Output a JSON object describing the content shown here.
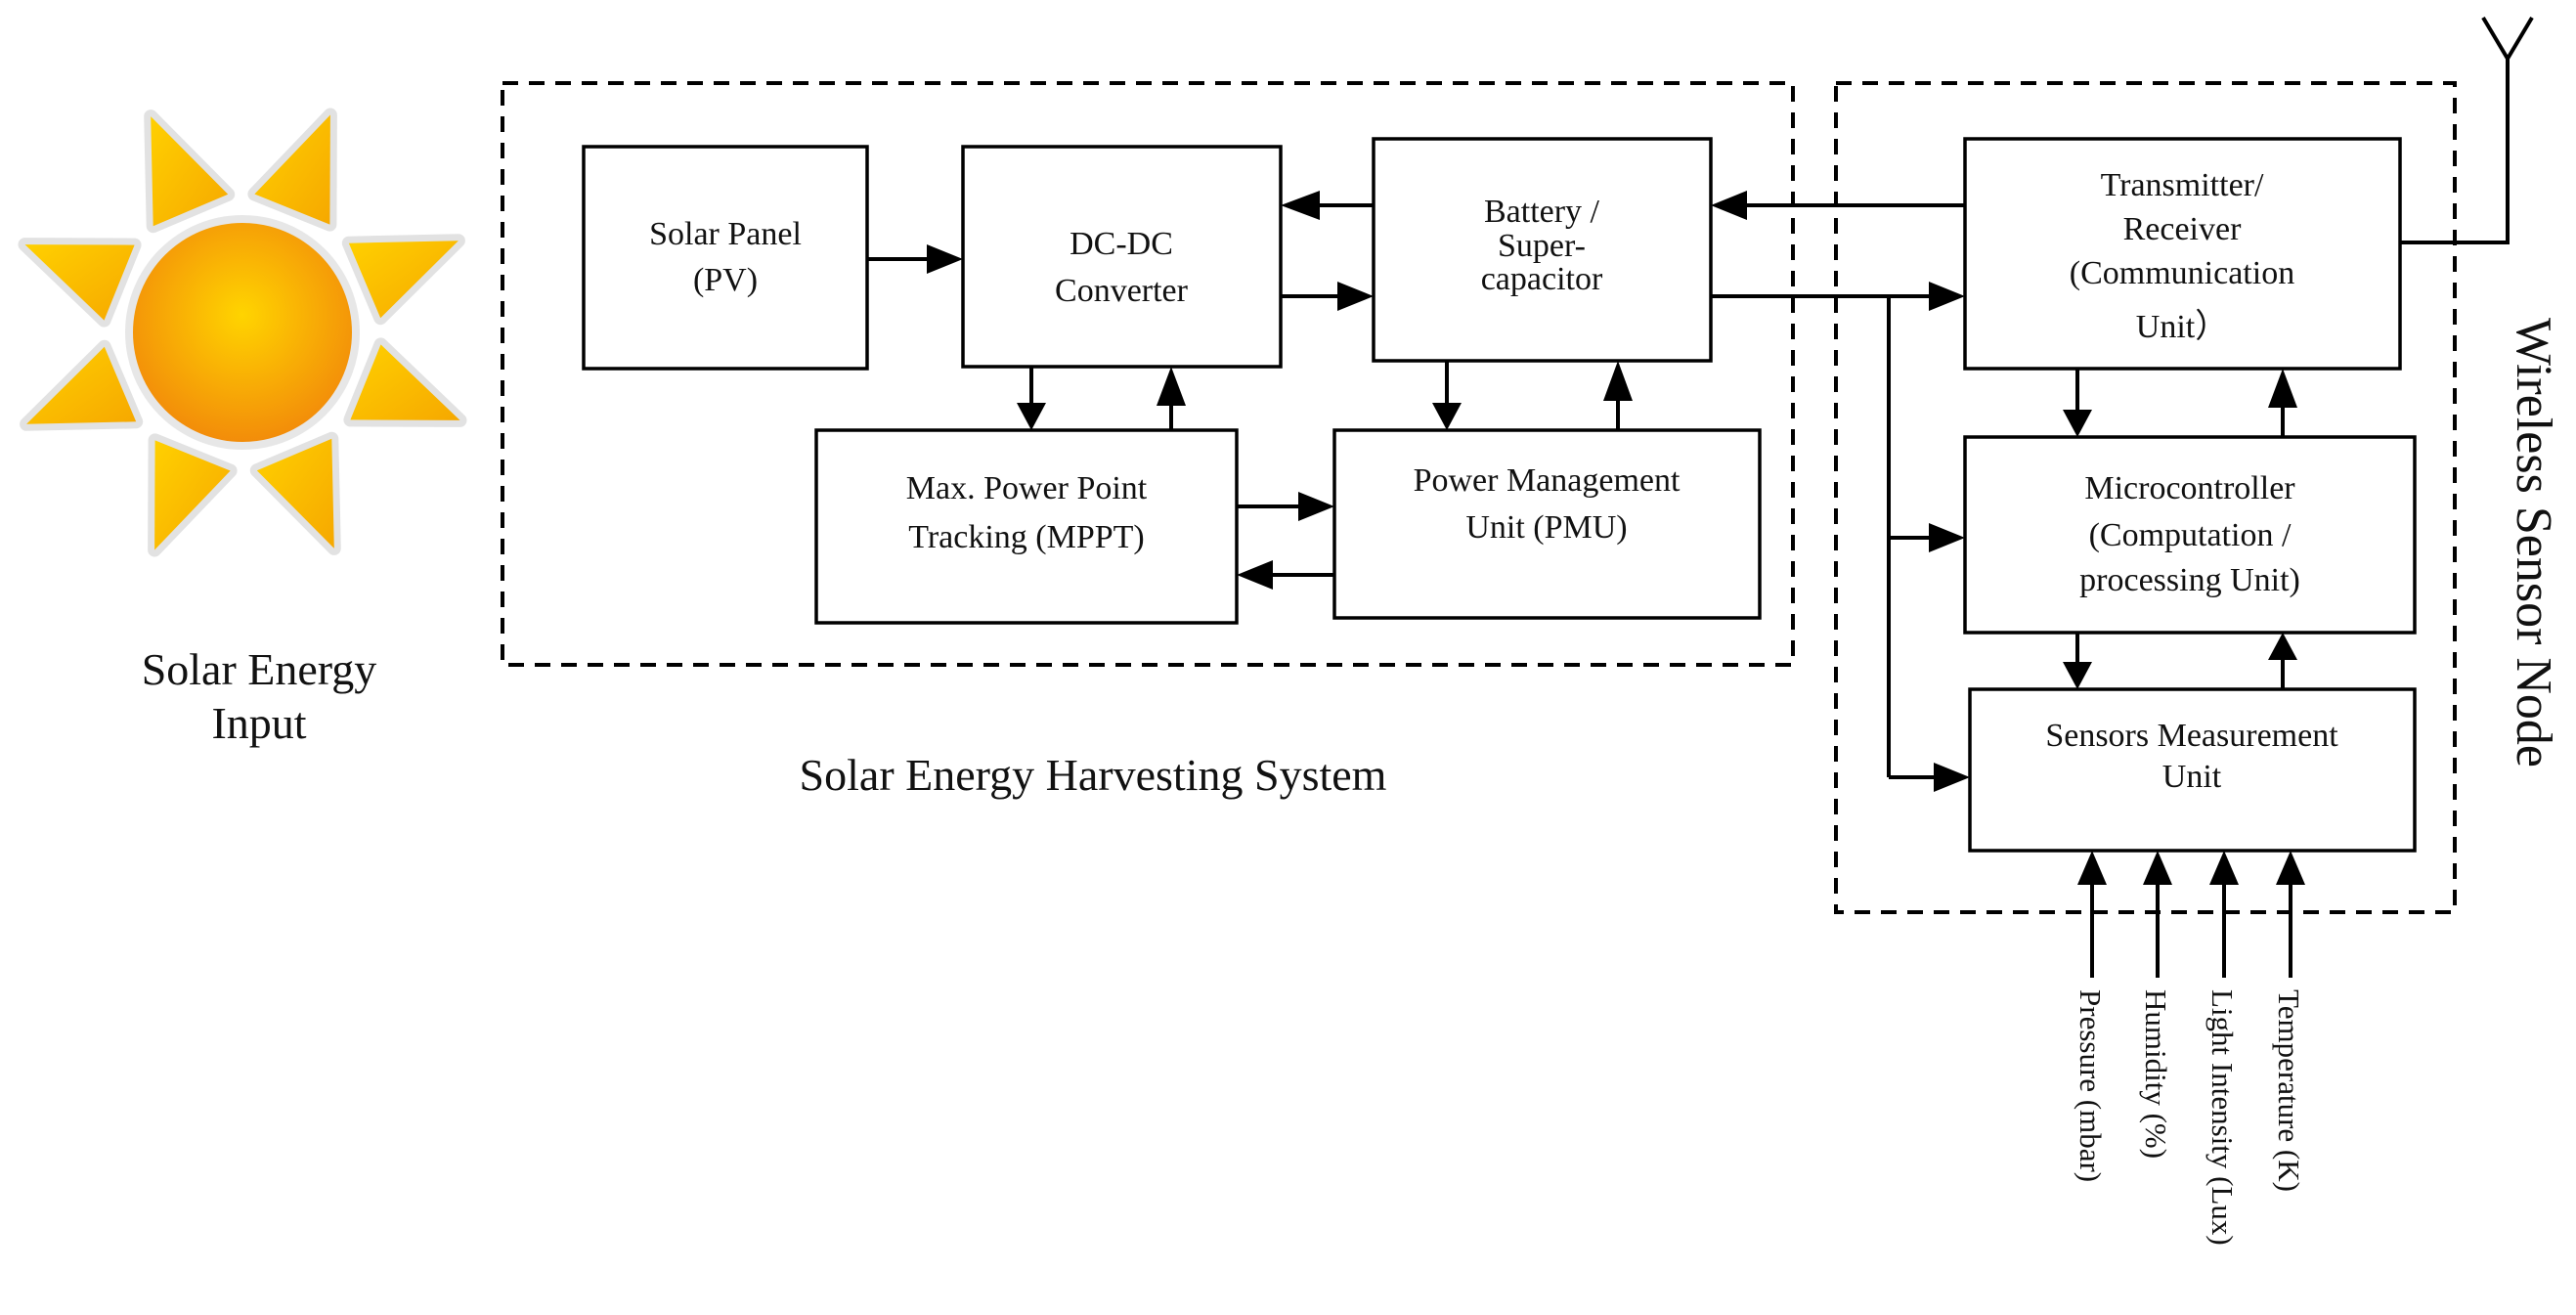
{
  "colors": {
    "sun_core_center": "#FFD400",
    "sun_core_edge": "#F28A0A",
    "ray_inner": "#FFD000",
    "ray_outer": "#F6A800",
    "line": "#000000"
  },
  "icons": {
    "sun": "sun-icon",
    "antenna": "antenna-icon"
  },
  "labels": {
    "sun_line1": "Solar Energy",
    "sun_line2": "Input",
    "harvest_title": "Solar Energy Harvesting System",
    "node_title": "Wireless Sensor Node"
  },
  "blocks": {
    "solar_panel": [
      "Solar Panel",
      "(PV)"
    ],
    "dcdc": [
      "DC-DC",
      "Converter"
    ],
    "battery": [
      "Battery /",
      "Super-",
      "capacitor"
    ],
    "mppt": [
      "Max. Power Point",
      "Tracking (MPPT)"
    ],
    "pmu": [
      "Power Management",
      "Unit (PMU)"
    ],
    "transceiver": [
      "Transmitter/",
      "Receiver",
      "(Communication",
      "Unit）"
    ],
    "mcu": [
      "Microcontroller",
      "(Computation /",
      "processing Unit)"
    ],
    "sensors": [
      "Sensors Measurement",
      "Unit"
    ]
  },
  "sensor_inputs": [
    "Pressure (mbar)",
    "Humidity (%)",
    "Light Intensity (Lux)",
    "Temperature (K)"
  ]
}
